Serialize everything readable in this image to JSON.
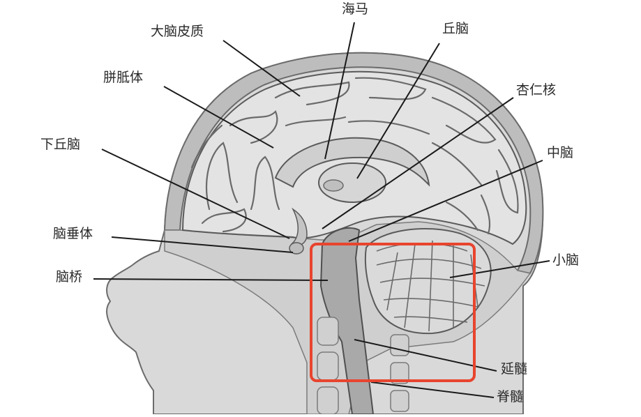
{
  "labels": {
    "cortex": "大脑皮质",
    "hippocampus": "海马",
    "thalamus": "丘脑",
    "corpus_callosum": "胼胝体",
    "amygdala": "杏仁核",
    "hypothalamus": "下丘脑",
    "midbrain": "中脑",
    "pituitary": "脑垂体",
    "cerebellum": "小脑",
    "pons": "脑桥",
    "medulla": "延髓",
    "spinal_cord": "脊髓"
  },
  "highlight": {
    "color": "#e8442e"
  }
}
